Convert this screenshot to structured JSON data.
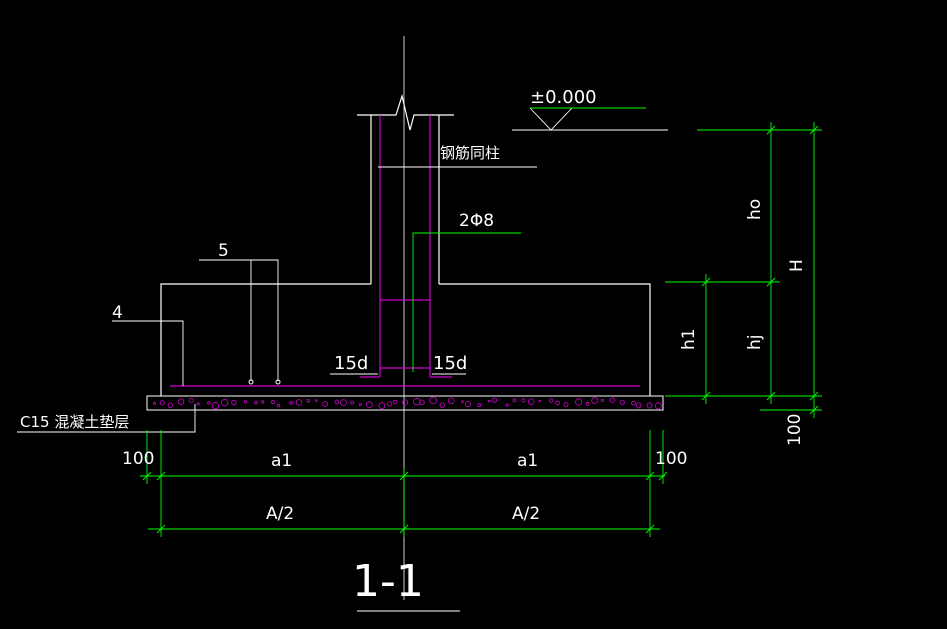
{
  "colors": {
    "background": "#000000",
    "outline": "#ffffff",
    "rebar": "#d000d0",
    "dimension": "#00ff00",
    "leader": "#ffffff",
    "text": "#ffffff",
    "cushion": "#ffffff"
  },
  "labels": {
    "elevation": "±0.000",
    "rebar_same_as_column": "钢筋同柱",
    "stirrup_spec": "2Φ8",
    "item_5": "5",
    "item_4": "4",
    "anchor_left": "15d",
    "anchor_right": "15d",
    "cushion_layer": "C15 混凝土垫层",
    "section_title": "1-1"
  },
  "dimensions": {
    "left_offset": "100",
    "right_offset": "100",
    "half_left": "a1",
    "half_right": "a1",
    "half_width_left": "A/2",
    "half_width_right": "A/2",
    "ho": "ho",
    "h1": "h1",
    "hj": "hj",
    "H": "H",
    "cushion_thickness": "100"
  }
}
